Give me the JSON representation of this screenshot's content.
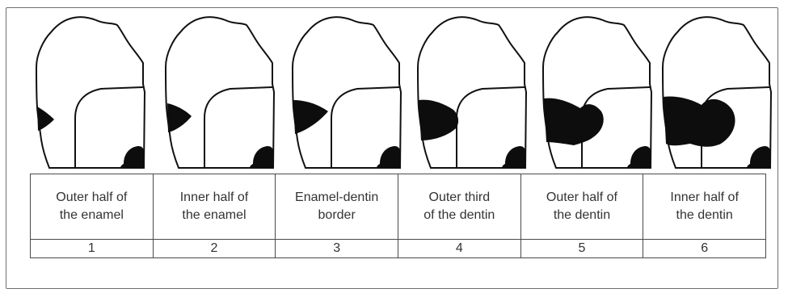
{
  "stages": [
    {
      "line1": "Outer half of",
      "line2": "the enamel",
      "number": "1"
    },
    {
      "line1": "Inner half of",
      "line2": "the enamel",
      "number": "2"
    },
    {
      "line1": "Enamel-dentin",
      "line2": "border",
      "number": "3"
    },
    {
      "line1": "Outer third",
      "line2": "of the dentin",
      "number": "4"
    },
    {
      "line1": "Outer half of",
      "line2": "the dentin",
      "number": "5"
    },
    {
      "line1": "Inner half of",
      "line2": "the dentin",
      "number": "6"
    }
  ],
  "colors": {
    "outline": "#111111",
    "lesion": "#0d0d0d",
    "frame": "#6f6f6f",
    "table_border": "#4a4a4a"
  }
}
